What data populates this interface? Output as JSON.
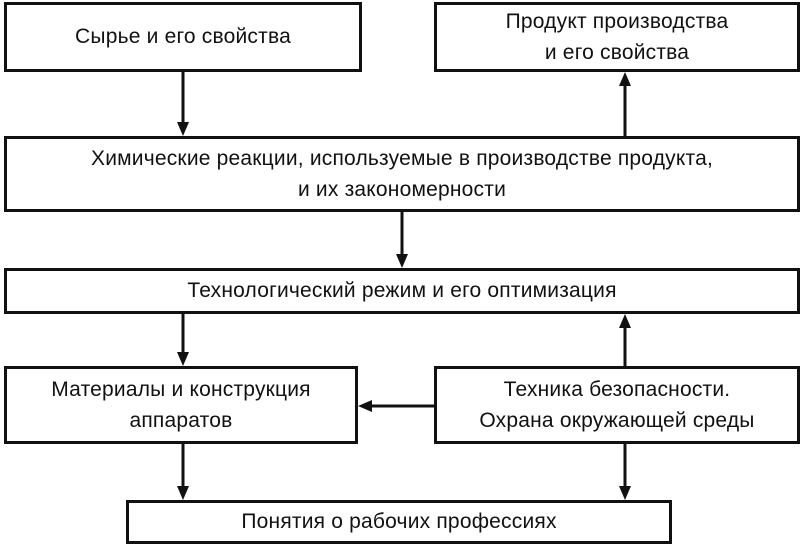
{
  "diagram": {
    "nodes": {
      "raw_material": {
        "line1": "Сырье и его свойства"
      },
      "product": {
        "line1": "Продукт производства",
        "line2": "и его свойства"
      },
      "chemical_reactions": {
        "line1": "Химические реакции, используемые в производстве продукта,",
        "line2": "и их закономерности"
      },
      "technological_mode": {
        "line1": "Технологический режим и его оптимизация"
      },
      "materials": {
        "line1": "Материалы и конструкция",
        "line2": "аппаратов"
      },
      "safety": {
        "line1": "Техника безопасности.",
        "line2": "Охрана окружающей среды"
      },
      "professions": {
        "line1": "Понятия о рабочих профессиях"
      }
    },
    "edges": [
      {
        "from": "raw_material",
        "to": "chemical_reactions"
      },
      {
        "from": "chemical_reactions",
        "to": "product"
      },
      {
        "from": "chemical_reactions",
        "to": "technological_mode"
      },
      {
        "from": "technological_mode",
        "to": "materials"
      },
      {
        "from": "safety",
        "to": "technological_mode"
      },
      {
        "from": "safety",
        "to": "materials"
      },
      {
        "from": "materials",
        "to": "professions"
      },
      {
        "from": "safety",
        "to": "professions"
      }
    ]
  }
}
